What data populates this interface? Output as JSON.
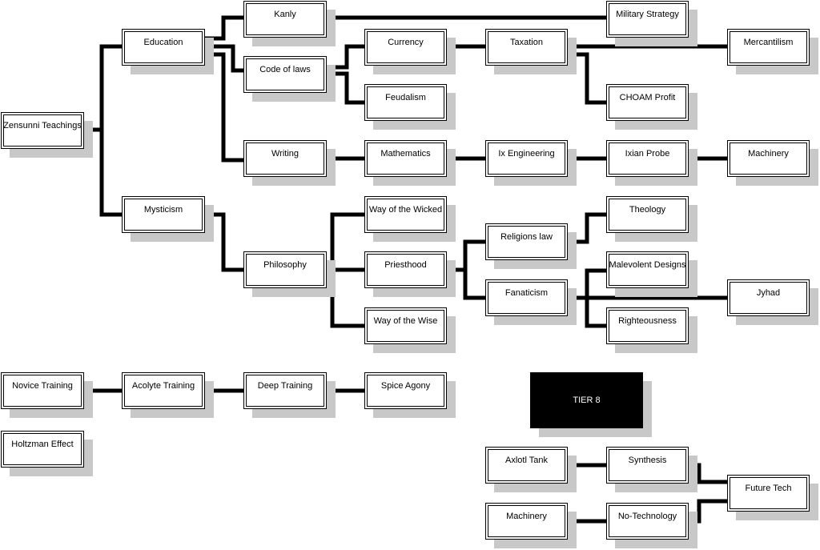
{
  "nodes": {
    "zensunni": "Zensunni Teachings",
    "education": "Education",
    "mysticism": "Mysticism",
    "kanly": "Kanly",
    "code_of_laws": "Code of laws",
    "writing": "Writing",
    "currency": "Currency",
    "feudalism": "Feudalism",
    "taxation": "Taxation",
    "military_strategy": "Military Strategy",
    "mercantilism": "Mercantilism",
    "choam_profit": "CHOAM Profit",
    "mathematics": "Mathematics",
    "ix_engineering": "Ix Engineering",
    "ixian_probe": "Ixian Probe",
    "machinery_1": "Machinery",
    "philosophy": "Philosophy",
    "way_of_wicked": "Way of the Wicked",
    "priesthood": "Priesthood",
    "way_of_wise": "Way of the Wise",
    "religions_law": "Religions law",
    "fanaticism": "Fanaticism",
    "theology": "Theology",
    "malevolent_designs": "Malevolent Designs",
    "righteousness": "Righteousness",
    "jyhad": "Jyhad",
    "novice_training": "Novice Training",
    "acolyte_training": "Acolyte Training",
    "deep_training": "Deep Training",
    "spice_agony": "Spice Agony",
    "holtzman_effect": "Holtzman Effect",
    "tier8": "TIER 8",
    "axlotl_tank": "Axlotl Tank",
    "synthesis": "Synthesis",
    "future_tech": "Future Tech",
    "machinery_2": "Machinery",
    "no_technology": "No-Technology"
  },
  "colors": {
    "line": "#000000",
    "shadow": "#c8c8c8",
    "tier_box": "#000000",
    "tier_text": "#ffffff"
  }
}
